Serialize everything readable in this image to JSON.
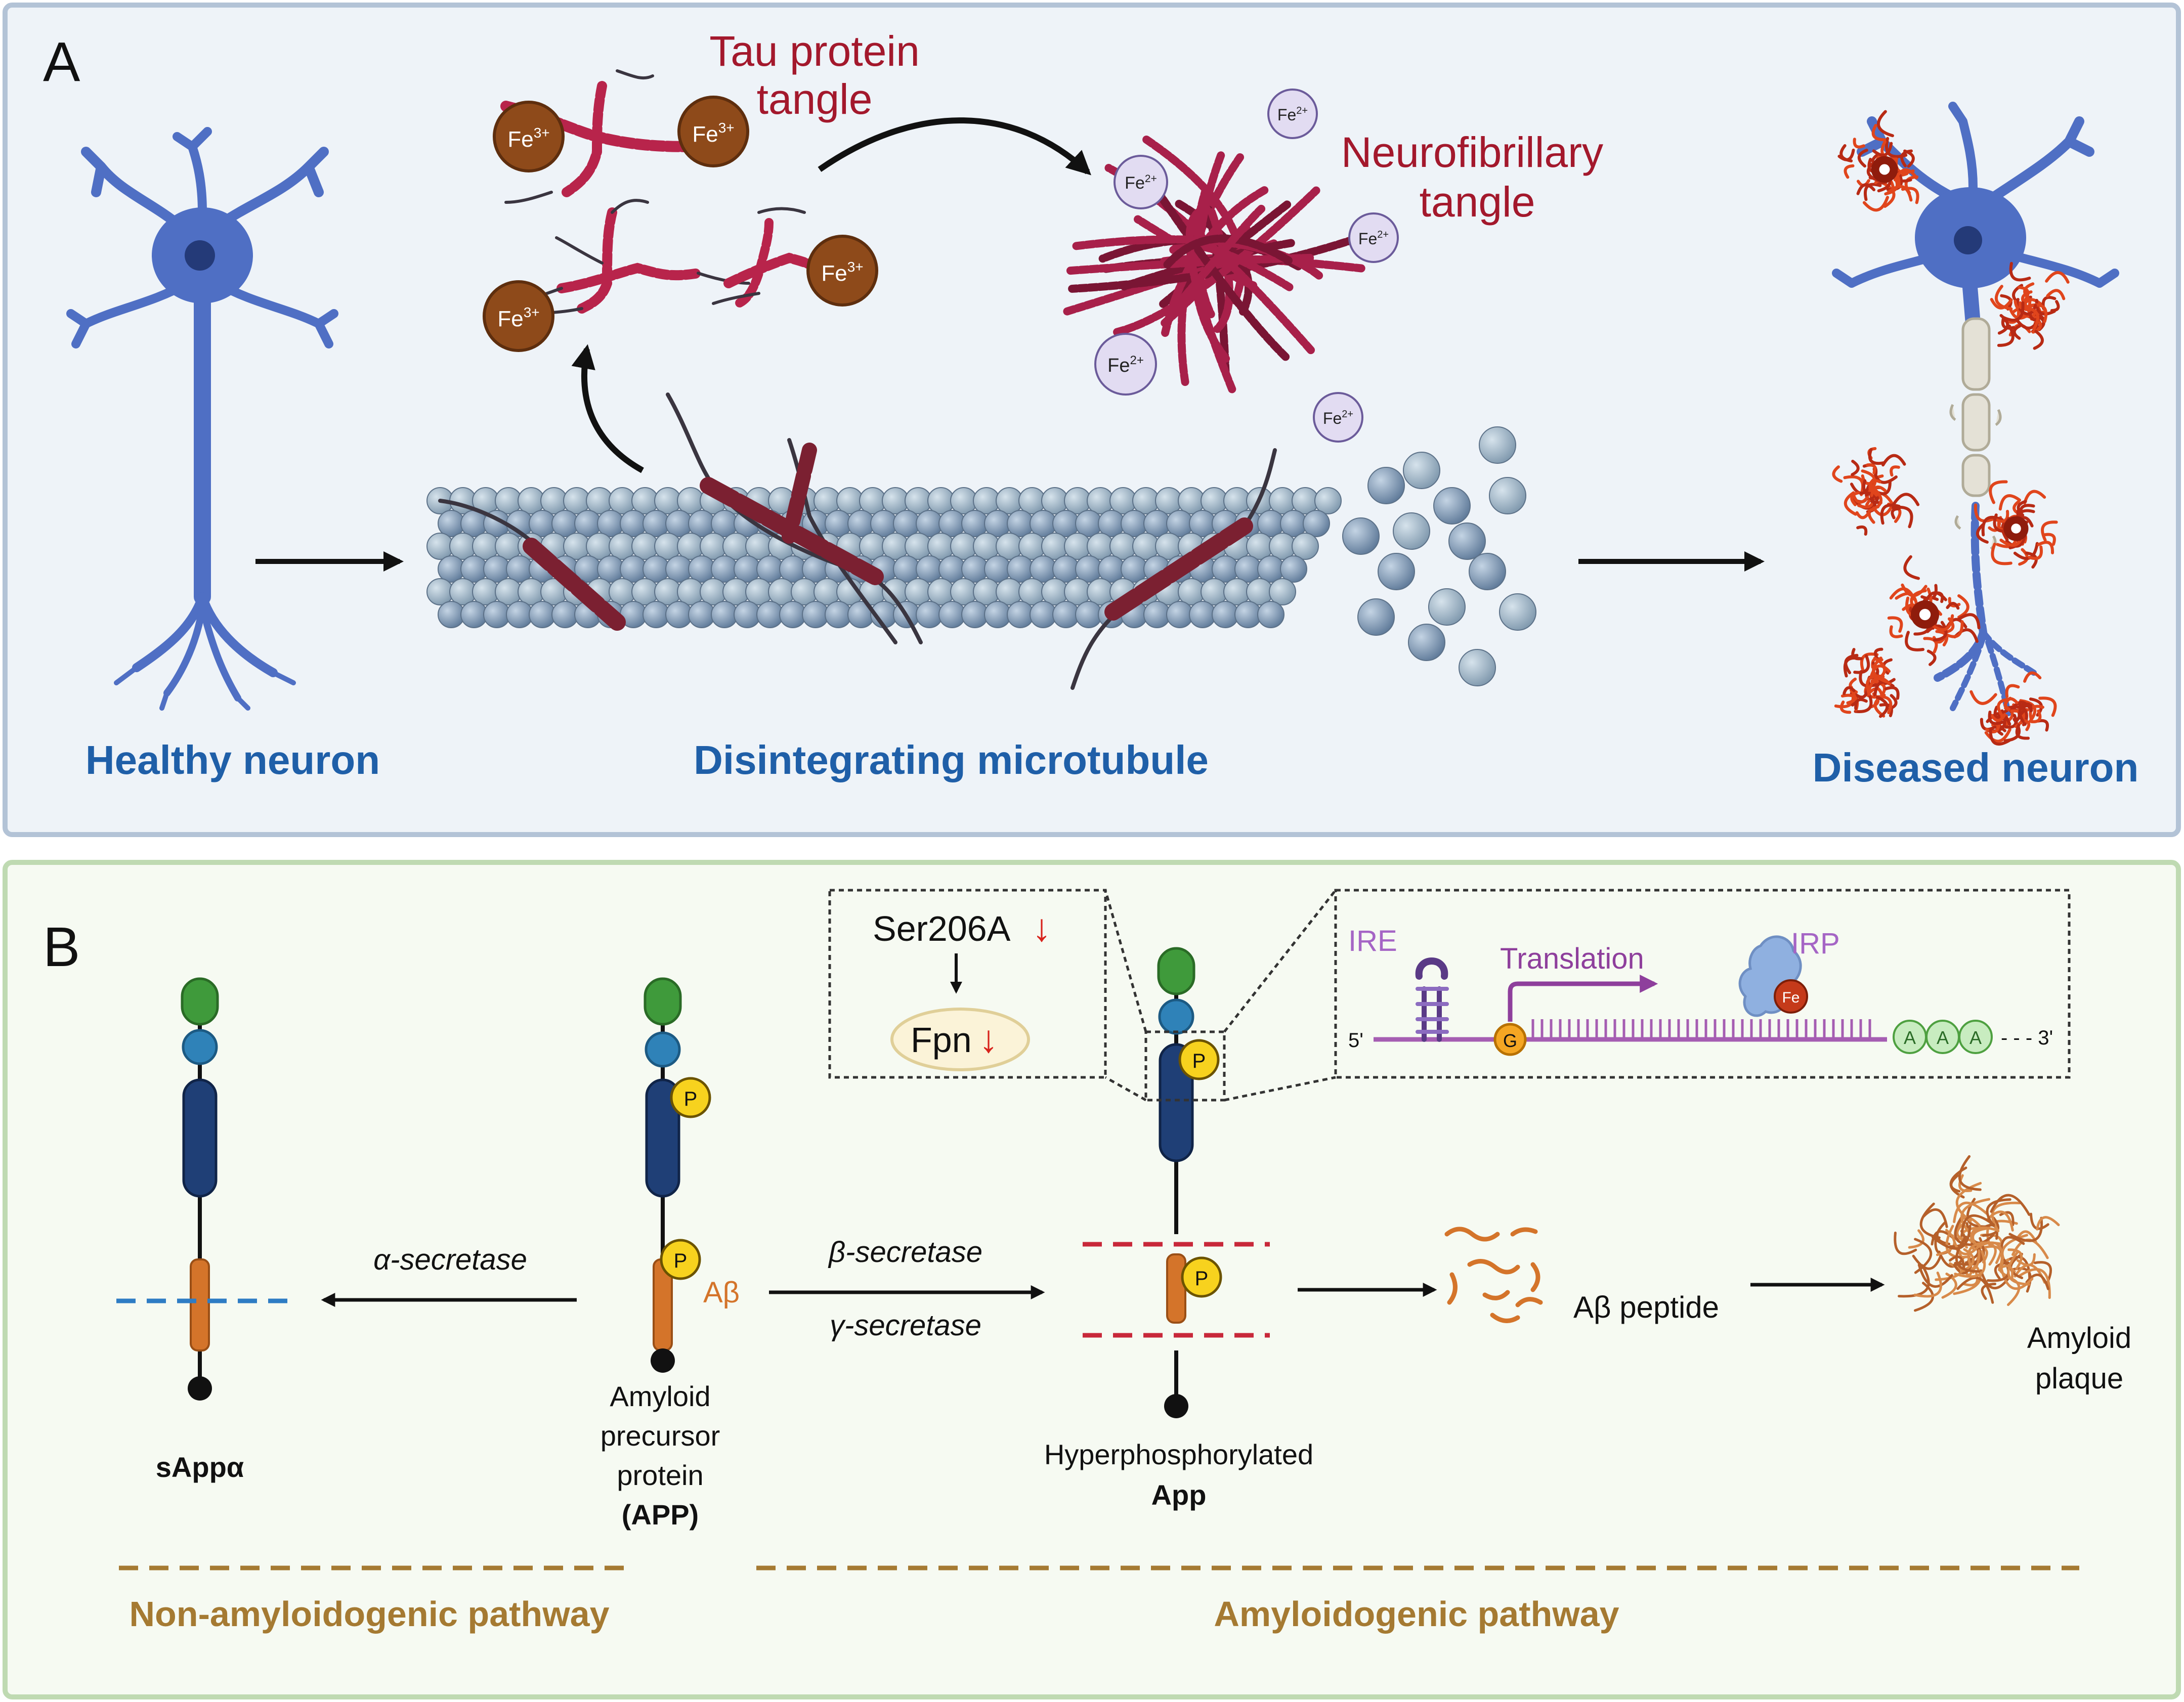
{
  "panel_a": {
    "letter": "A",
    "tau_label_1": "Tau protein",
    "tau_label_2": "tangle",
    "nft_label_1": "Neurofibrillary",
    "nft_label_2": "tangle",
    "fe3": "Fe",
    "fe3_sup": "3+",
    "fe2": "Fe",
    "fe2_sup": "2+",
    "healthy": "Healthy neuron",
    "microtubule": "Disintegrating microtubule",
    "diseased": "Diseased neuron"
  },
  "panel_b": {
    "letter": "B",
    "phospho": "P",
    "alpha_secretase": "α-secretase",
    "beta_secretase": "β-secretase",
    "gamma_secretase": "γ-secretase",
    "abeta": "Aβ",
    "app_lines": [
      "Amyloid",
      "precursor",
      "protein"
    ],
    "app_abbr": "(APP)",
    "sapp": "sAppα",
    "hyper_1": "Hyperphosphorylated",
    "hyper_2": "App",
    "abeta_peptide": "Aβ peptide",
    "plaque_1": "Amyloid",
    "plaque_2": "plaque",
    "ser": "Ser206A",
    "fpn": "Fpn",
    "down_arrow": "↓",
    "ire": "IRE",
    "irp": "IRP",
    "translation": "Translation",
    "five_prime": "5'",
    "three_prime": "- - - 3'",
    "g": "G",
    "a": "A",
    "fe": "Fe",
    "non_amyloid": "Non-amyloidogenic pathway",
    "amyloid": "Amyloidogenic pathway"
  },
  "colors": {
    "panel_a_bg": "#eef3f8",
    "panel_a_border": "#b3c3d6",
    "panel_b_bg": "#f6faf2",
    "panel_b_border": "#bfdab2",
    "label_blue": "#1f5fa8",
    "tau_red": "#a3182c",
    "neuron_blue": "#4f6fc4",
    "pathway_brown": "#a57a32",
    "abeta_orange": "#d4742a",
    "mrna_purple": "#a55db2",
    "fe3_brown": "#8e4a1a"
  }
}
